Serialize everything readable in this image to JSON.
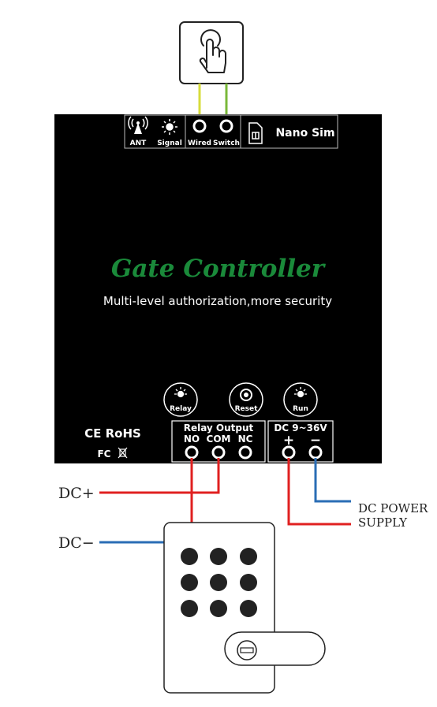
{
  "device": {
    "title": "Gate Controller",
    "subtitle": "Multi-level authorization,more security",
    "top_panel": {
      "ant": "ANT",
      "signal": "Signal",
      "wired": "Wired",
      "switch": "Switch",
      "sim": "Nano Sim"
    },
    "leds": {
      "relay": "Relay",
      "reset": "Reset",
      "run": "Run"
    },
    "relay_output": {
      "title": "Relay Output",
      "no": "NO",
      "com": "COM",
      "nc": "NC"
    },
    "dc_input": {
      "title": "DC 9~36V",
      "plus": "+",
      "minus": "−"
    },
    "certs": {
      "ce_rohs": "CE RoHS",
      "fc": "FC"
    }
  },
  "external": {
    "dc_plus": "DC+",
    "dc_minus": "DC−",
    "power_supply_line1": "DC POWER",
    "power_supply_line2": "SUPPLY"
  },
  "colors": {
    "device_body": "#000000",
    "title_green": "#1a8a3a",
    "wire_red": "#e02020",
    "wire_blue": "#2a6db5",
    "wire_yellow": "#d7dc3c",
    "wire_green": "#7ab83a"
  },
  "icons": [
    "hand-touch-icon",
    "antenna-icon",
    "sun-signal-icon",
    "sim-card-icon",
    "relay-led-icon",
    "reset-button-icon",
    "run-led-icon",
    "keypad-lock-icon"
  ]
}
